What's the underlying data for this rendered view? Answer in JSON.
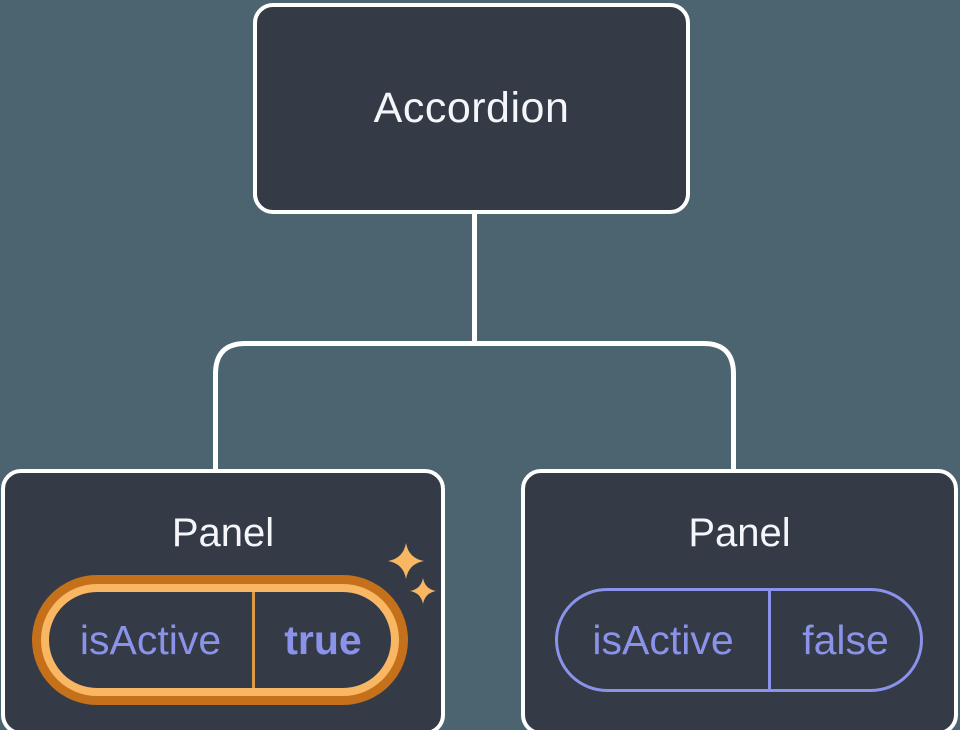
{
  "diagram": {
    "type": "component-tree",
    "colors": {
      "background": "#4C646F",
      "node_fill": "#343A46",
      "node_border": "#FFFFFF",
      "connector": "#FFFFFF",
      "state_purple": "#8A93E9",
      "highlight_gold": "#F9B763",
      "highlight_orange": "#C5701A",
      "divider_gold": "#DB9A44",
      "title_text": "#F5F6FA"
    },
    "root": {
      "label": "Accordion"
    },
    "panels": [
      {
        "title": "Panel",
        "prop_name": "isActive",
        "prop_value": "true",
        "highlighted": true,
        "icon": "sparkles-icon"
      },
      {
        "title": "Panel",
        "prop_name": "isActive",
        "prop_value": "false",
        "highlighted": false
      }
    ]
  }
}
